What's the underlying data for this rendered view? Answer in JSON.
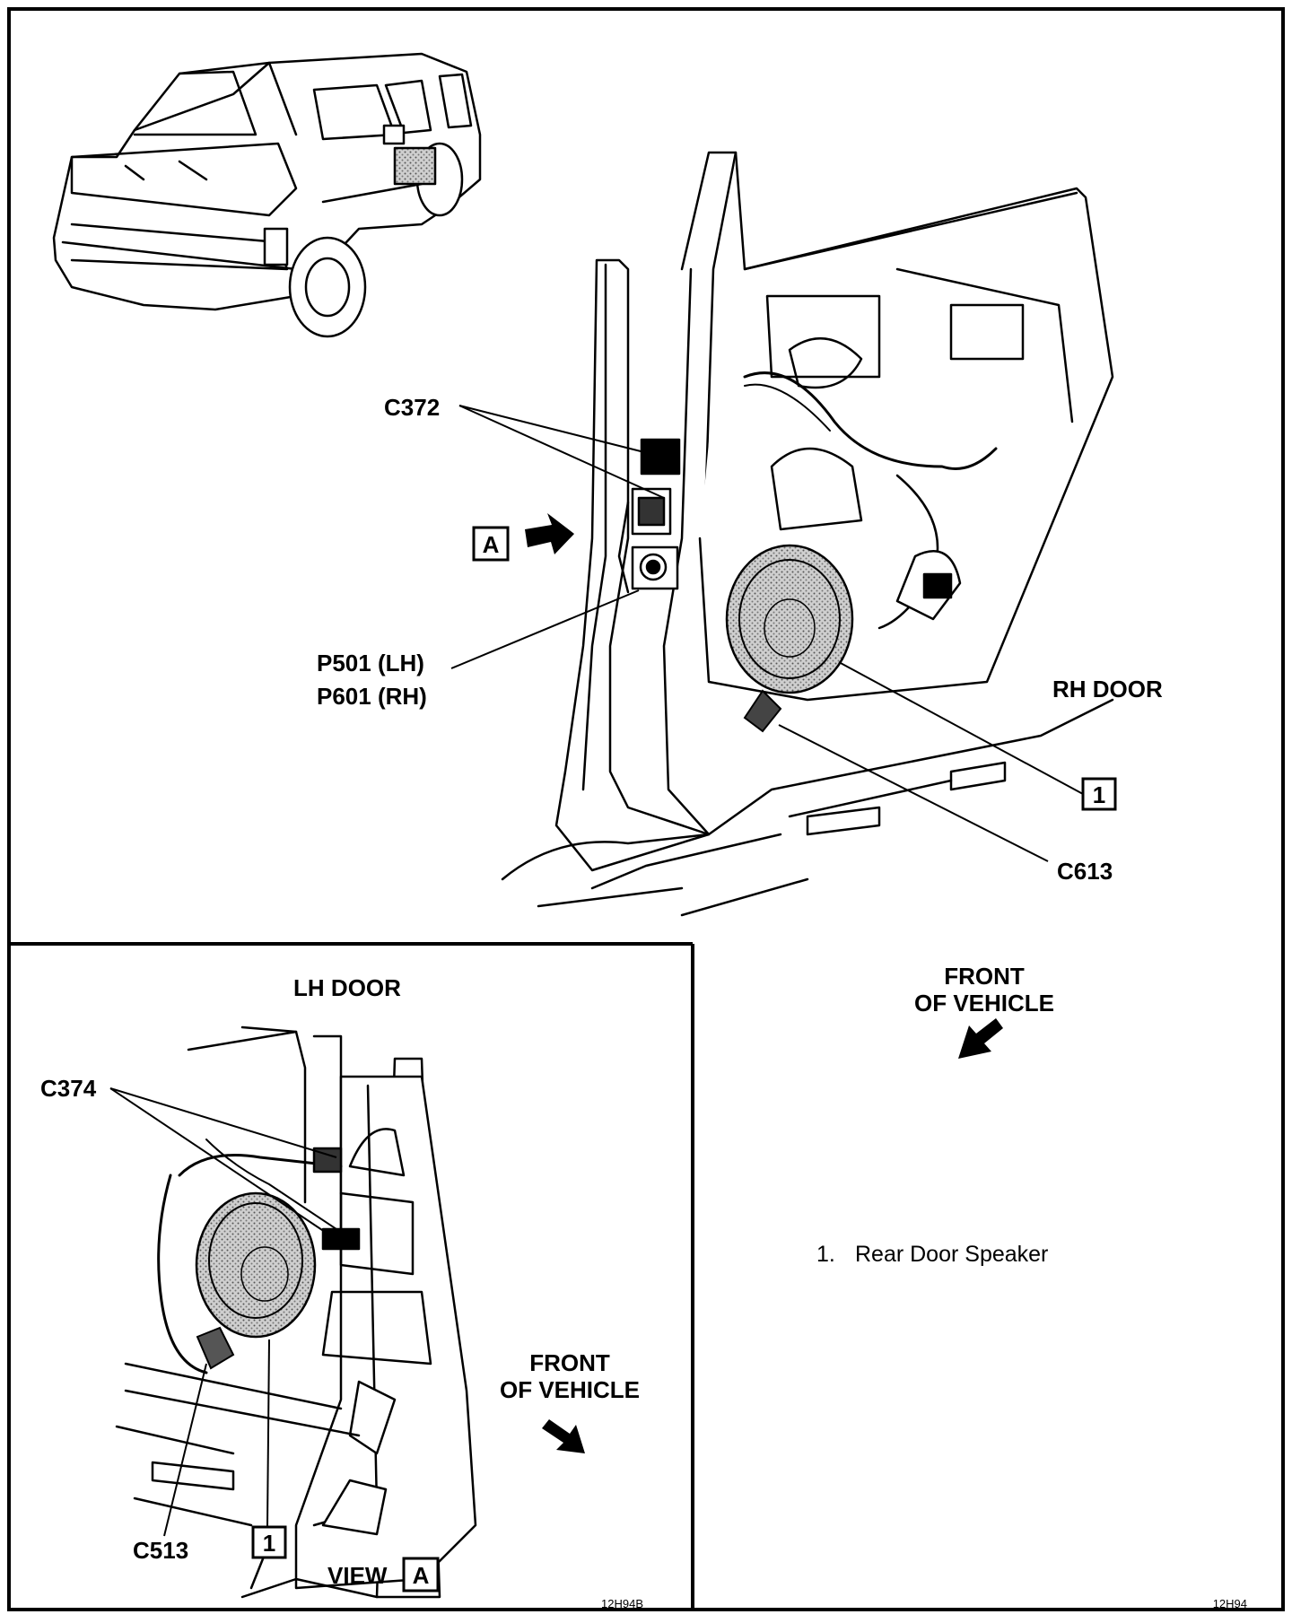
{
  "labels": {
    "c372": "C372",
    "p501": "P501 (LH)",
    "p601": "P601 (RH)",
    "view_a_marker": "A",
    "rh_door": "RH DOOR",
    "callout_1_rh": "1",
    "c613": "C613",
    "lh_door": "LH DOOR",
    "c374": "C374",
    "c513": "C513",
    "callout_1_lh": "1",
    "view": "VIEW",
    "view_box": "A",
    "front_of_vehicle_rh_line1": "FRONT",
    "front_of_vehicle_rh_line2": "OF VEHICLE",
    "front_of_vehicle_lh_line1": "FRONT",
    "front_of_vehicle_lh_line2": "OF VEHICLE",
    "fig_id_lh": "12H94B",
    "fig_id_rh": "12H94"
  },
  "legend": {
    "items": [
      {
        "number": "1.",
        "text": "Rear Door Speaker"
      }
    ]
  }
}
